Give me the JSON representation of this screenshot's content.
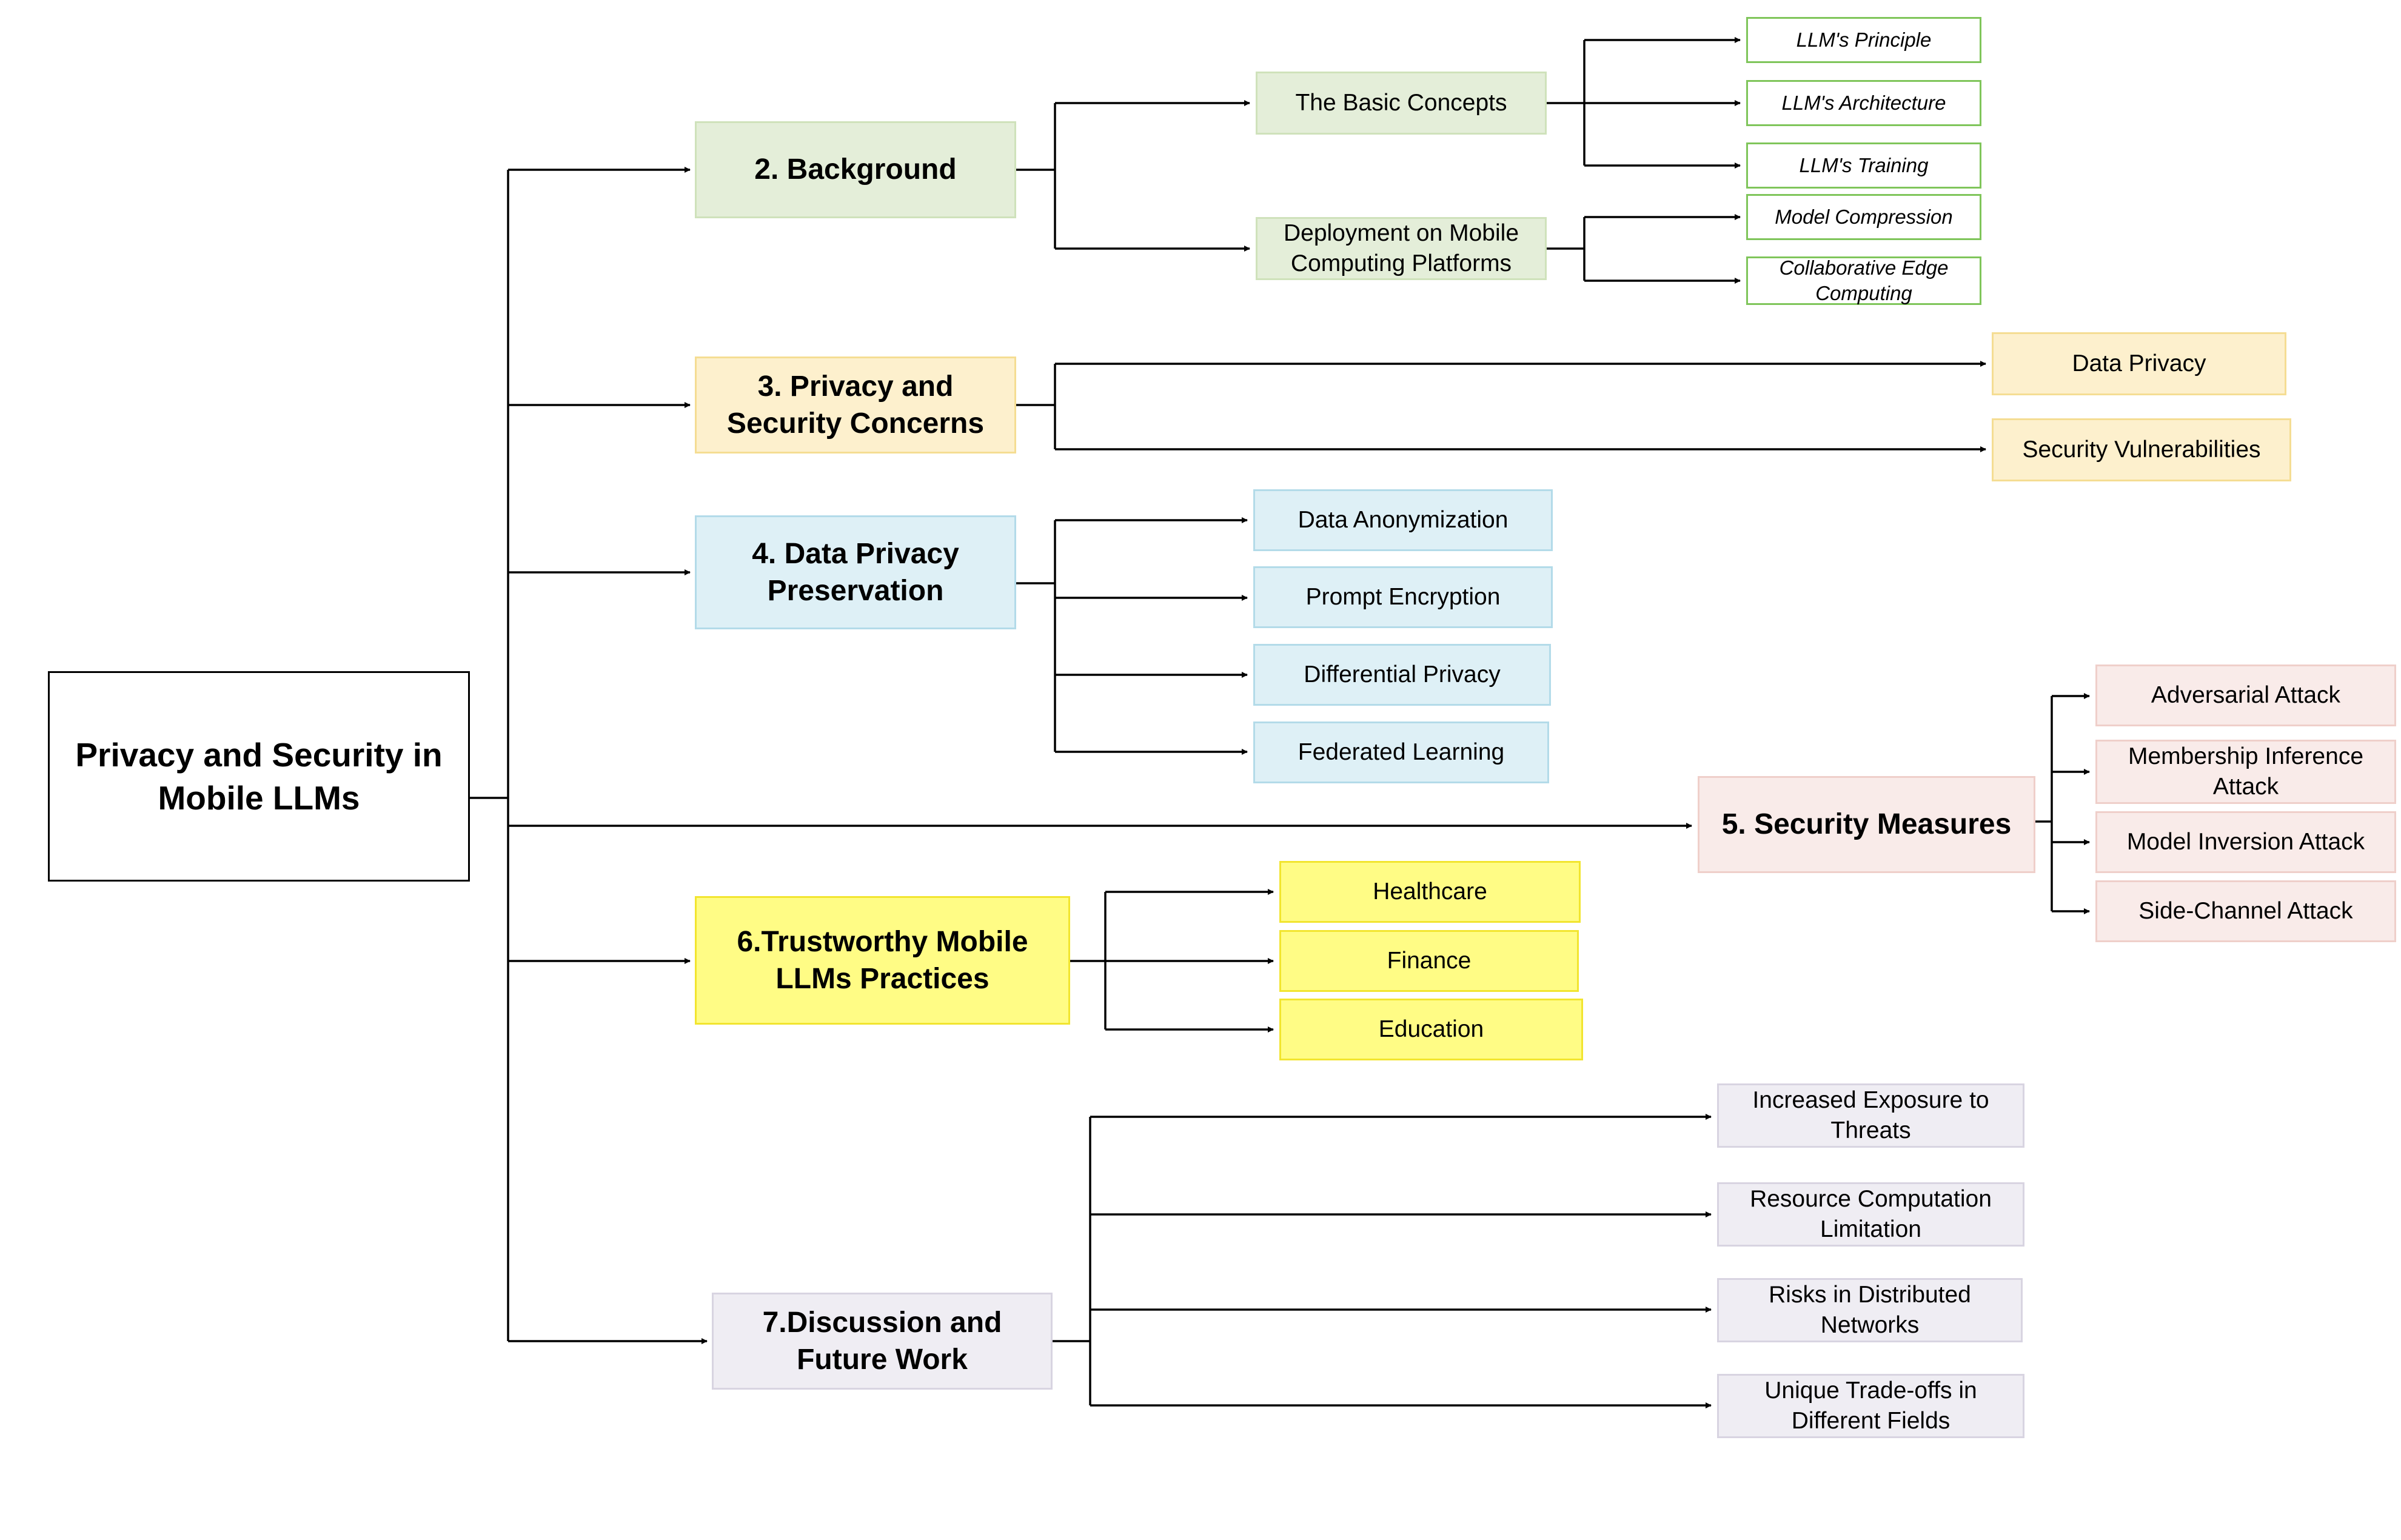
{
  "root": {
    "title": "Privacy and Security in Mobile LLMs"
  },
  "sections": {
    "background": {
      "title": "2. Background",
      "basic_concepts": "The Basic Concepts",
      "principle": "LLM's Principle",
      "architecture": "LLM's Architecture",
      "training": "LLM's Training",
      "deployment": "Deployment on Mobile Computing Platforms",
      "compression": "Model Compression",
      "edge": "Collaborative Edge Computing"
    },
    "concerns": {
      "title": "3. Privacy and Security Concerns",
      "data_privacy": "Data Privacy",
      "vulnerabilities": "Security Vulnerabilities"
    },
    "preservation": {
      "title": "4. Data Privacy Preservation",
      "anonymization": "Data Anonymization",
      "encryption": "Prompt Encryption",
      "differential": "Differential Privacy",
      "federated": "Federated Learning"
    },
    "security": {
      "title": "5. Security Measures",
      "adversarial": "Adversarial Attack",
      "membership": "Membership Inference Attack",
      "inversion": "Model Inversion Attack",
      "side_channel": "Side-Channel Attack"
    },
    "trustworthy": {
      "title": "6.Trustworthy Mobile LLMs Practices",
      "healthcare": "Healthcare",
      "finance": "Finance",
      "education": "Education"
    },
    "discussion": {
      "title": "7.Discussion and Future Work",
      "exposure": "Increased Exposure to Threats",
      "resource": "Resource Computation Limitation",
      "risks": "Risks in Distributed Networks",
      "tradeoffs": "Unique Trade-offs in Different Fields"
    }
  },
  "colors": {
    "background_section": "#e4eed9",
    "concerns_section": "#fdf0cd",
    "preservation_section": "#def0f6",
    "security_section": "#f9ebe9",
    "trustworthy_section": "#fffc85",
    "discussion_section": "#efedf3",
    "outline_leaf_border": "#7fc55a",
    "connector": "#000000"
  }
}
